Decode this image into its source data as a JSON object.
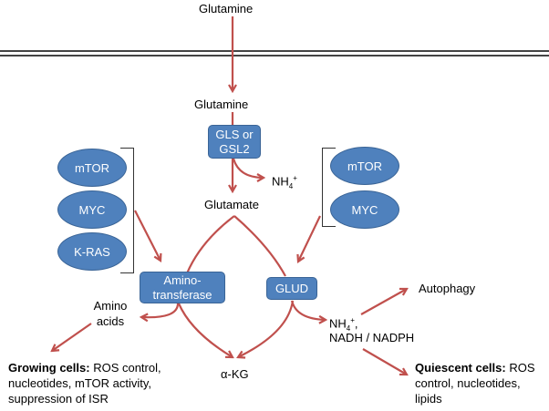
{
  "title": "Glutamine metabolism pathway",
  "colors": {
    "arrow": "#c0504d",
    "node_fill": "#4f81bd",
    "node_border": "#3a6496",
    "membrane": "#333333"
  },
  "nodes": {
    "glutamine_outside": "Glutamine",
    "glutamine_inside": "Glutamine",
    "gls_line1": "GLS or",
    "gls_line2": "GSL2",
    "nh4_top": "NH",
    "nh4_top_sub": "4",
    "nh4_top_sup": "+",
    "glutamate": "Glutamate",
    "aminotransferase_line1": "Amino-",
    "aminotransferase_line2": "transferase",
    "glud": "GLUD",
    "amino_acids_line1": "Amino",
    "amino_acids_line2": "acids",
    "akg": "α-KG",
    "nh4_bottom": "NH",
    "nh4_bottom_sub": "4",
    "nh4_bottom_sup": "+",
    "nh4_bottom_tail": ",",
    "nadh": "NADH / NADPH",
    "autophagy": "Autophagy"
  },
  "regulators_left": [
    "mTOR",
    "MYC",
    "K-RAS"
  ],
  "regulators_right": [
    "mTOR",
    "MYC"
  ],
  "outcomes": {
    "growing_bold": "Growing cells:",
    "growing_line1": " ROS control,",
    "growing_line2": "nucleotides, mTOR activity,",
    "growing_line3": "suppression of ISR",
    "quiescent_bold": "Quiescent cells:",
    "quiescent_line1": " ROS",
    "quiescent_line2": "control, nucleotides,",
    "quiescent_line3": "lipids"
  }
}
